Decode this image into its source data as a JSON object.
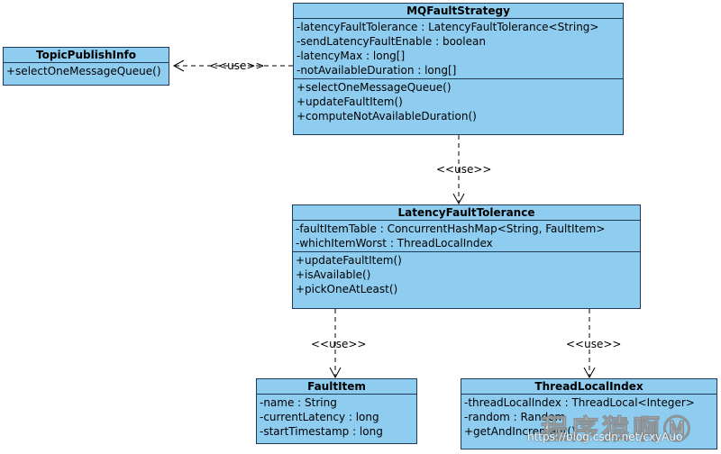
{
  "classes": {
    "mq": {
      "name": "MQFaultStrategy",
      "attributes": [
        "-latencyFaultTolerance : LatencyFaultTolerance<String>",
        "-sendLatencyFaultEnable : boolean",
        "-latencyMax : long[]",
        "-notAvailableDuration : long[]"
      ],
      "operations": [
        "+selectOneMessageQueue()",
        "+updateFaultItem()",
        "+computeNotAvailableDuration()"
      ]
    },
    "topic": {
      "name": "TopicPublishInfo",
      "attributes": [],
      "operations": [
        "+selectOneMessageQueue()"
      ]
    },
    "lft": {
      "name": "LatencyFaultTolerance",
      "attributes": [
        "-faultItemTable : ConcurrentHashMap<String, FaultItem>",
        "-whichItemWorst : ThreadLocalIndex"
      ],
      "operations": [
        "+updateFaultItem()",
        "+isAvailable()",
        "+pickOneAtLeast()"
      ]
    },
    "fault": {
      "name": "FaultItem",
      "attributes": [
        "-name : String",
        "-currentLatency : long",
        "-startTimestamp : long"
      ],
      "operations": []
    },
    "tli": {
      "name": "ThreadLocalIndex",
      "attributes": [
        "-threadLocalIndex : ThreadLocal<Integer>",
        "-random : Random",
        "+getAndIncrement()"
      ],
      "operations": []
    }
  },
  "relations": {
    "topic_mq": "<<use>>",
    "mq_lft": "<<use>>",
    "lft_fault": "<<use>>",
    "lft_tli": "<<use>>"
  },
  "watermark": {
    "text": "程序猿啊Ⓜ",
    "url": "https://blog.csdn.net/cxyAuo"
  }
}
